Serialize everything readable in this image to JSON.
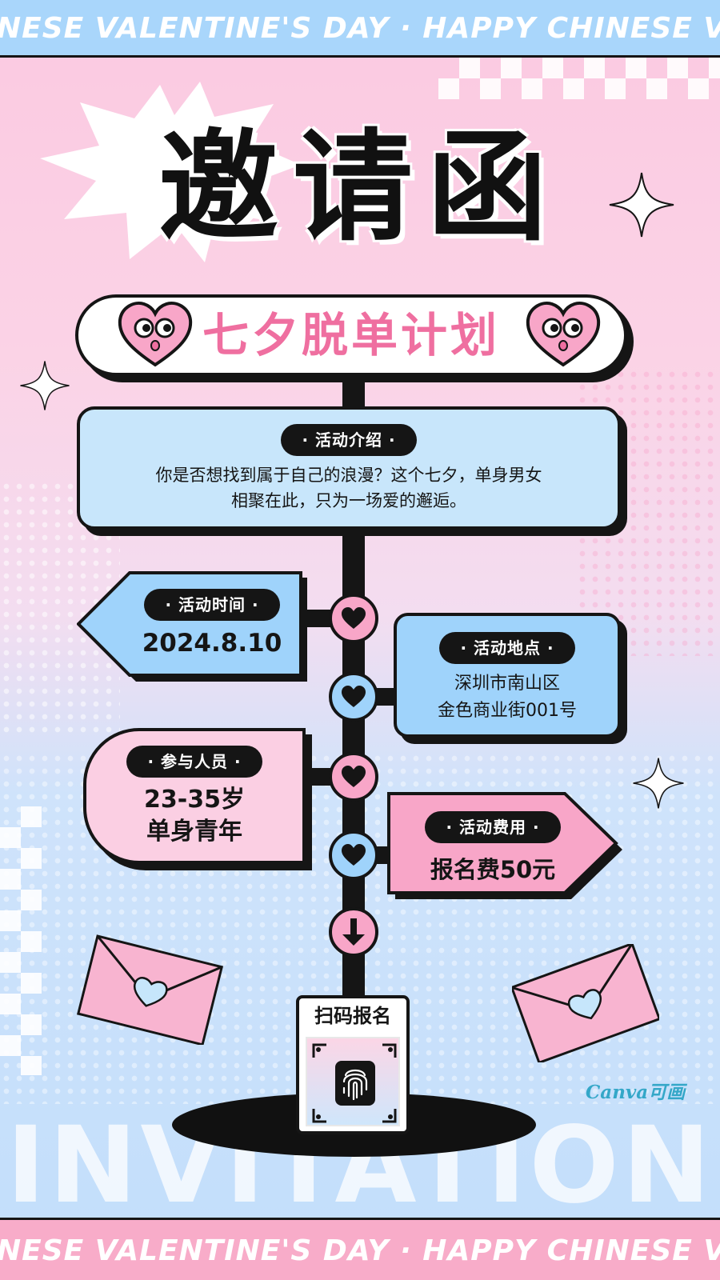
{
  "band_text": "NESE VALENTINE'S DAY · HAPPY CHINESE VALENTINE'S DAY · HAPPY CHINESE",
  "title": "邀请函",
  "subtitle": "七夕脱单计划",
  "intro": {
    "label": "· 活动介绍 ·",
    "line1": "你是否想找到属于自己的浪漫？这个七夕，单身男女",
    "line2": "相聚在此，只为一场爱的邂逅。"
  },
  "time": {
    "label": "· 活动时间 ·",
    "value": "2024.8.10"
  },
  "location": {
    "label": "· 活动地点 ·",
    "line1": "深圳市南山区",
    "line2": "金色商业街001号"
  },
  "participants": {
    "label": "· 参与人员 ·",
    "line1": "23-35岁",
    "line2": "单身青年"
  },
  "fee": {
    "label": "· 活动费用 ·",
    "value": "报名费50元"
  },
  "signup": {
    "label": "扫码报名"
  },
  "watermark": "Canva可画",
  "background_word": "INVITATION",
  "colors": {
    "pink": "#f8a6c8",
    "blue": "#9fd3fb",
    "title_pink": "#ef6fa0",
    "ink": "#151515"
  },
  "icons": [
    "heart-icon",
    "arrow-down-icon",
    "fingerprint-icon",
    "sparkle-icon",
    "envelope-icon",
    "heart-face-icon"
  ]
}
